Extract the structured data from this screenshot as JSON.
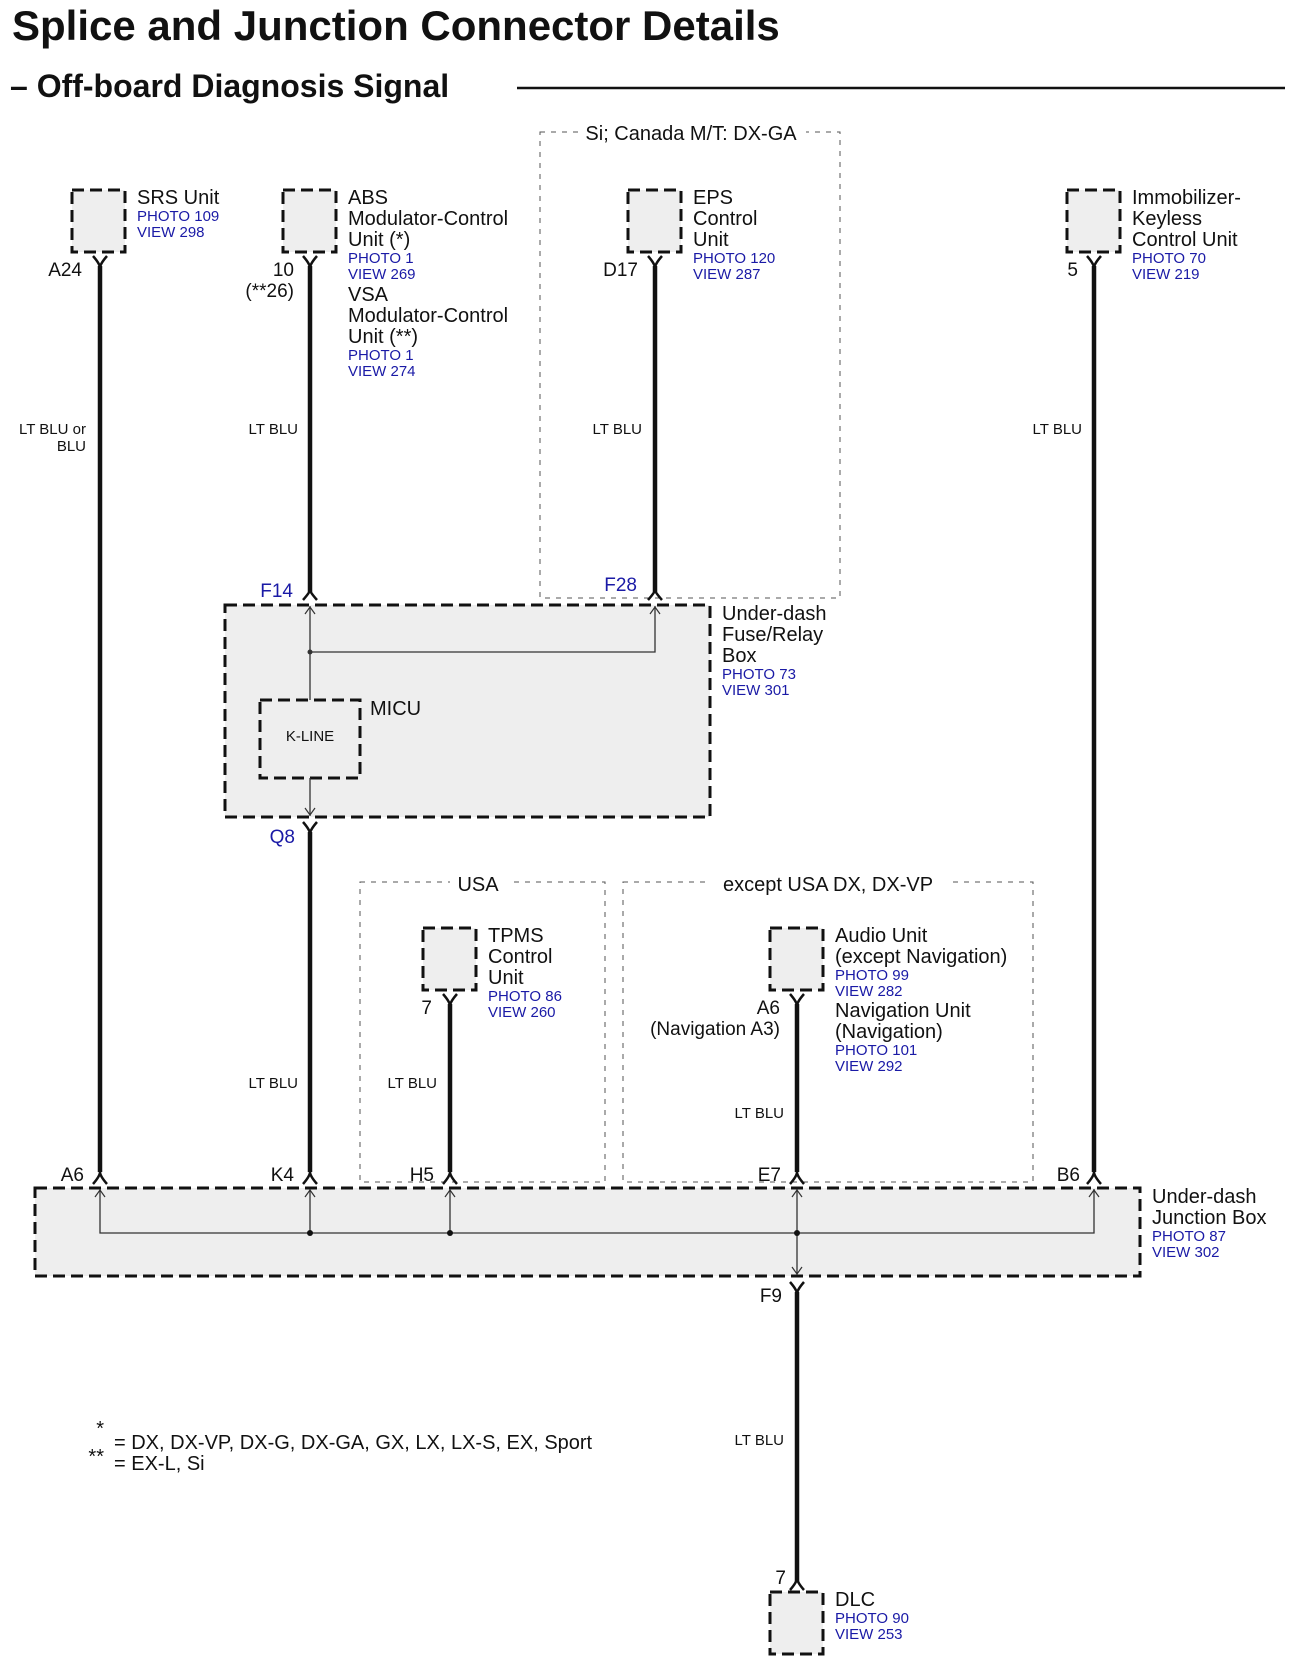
{
  "title": "Splice and Junction Connector Details",
  "subtitle": "– Off-board Diagnosis Signal",
  "options": {
    "eps_group": "Si; Canada M/T: DX-GA",
    "usa_group": "USA",
    "except_group": "except USA DX, DX-VP"
  },
  "components": {
    "srs": {
      "name": "SRS Unit",
      "photo": "PHOTO 109",
      "view": "VIEW 298",
      "pin": "A24",
      "wire": [
        "LT BLU or",
        "BLU"
      ]
    },
    "abs": {
      "name": [
        "ABS",
        "Modulator-Control",
        "Unit (*)"
      ],
      "photo": "PHOTO 1",
      "view": "VIEW 269",
      "pin": "10",
      "pin_alt": "(**26)",
      "wire": "LT BLU"
    },
    "vsa": {
      "name": [
        "VSA",
        "Modulator-Control",
        "Unit (**)"
      ],
      "photo": "PHOTO 1",
      "view": "VIEW 274"
    },
    "eps": {
      "name": [
        "EPS",
        "Control",
        "Unit"
      ],
      "photo": "PHOTO 120",
      "view": "VIEW 287",
      "pin": "D17",
      "wire": "LT BLU"
    },
    "immo": {
      "name": [
        "Immobilizer-",
        "Keyless",
        "Control Unit"
      ],
      "photo": "PHOTO 70",
      "view": "VIEW 219",
      "pin": "5",
      "wire": "LT BLU"
    },
    "fuse_box": {
      "name": [
        "Under-dash",
        "Fuse/Relay",
        "Box"
      ],
      "photo": "PHOTO 73",
      "view": "VIEW 301",
      "pin_f14": "F14",
      "pin_f28": "F28",
      "pin_q8": "Q8",
      "micu": "MICU",
      "kline": "K-LINE",
      "wire_out": "LT BLU"
    },
    "tpms": {
      "name": [
        "TPMS",
        "Control",
        "Unit"
      ],
      "photo": "PHOTO 86",
      "view": "VIEW 260",
      "pin": "7",
      "wire": "LT BLU"
    },
    "audio": {
      "name": [
        "Audio Unit",
        "(except Navigation)"
      ],
      "photo": "PHOTO 99",
      "view": "VIEW 282",
      "pin": "A6",
      "pin_alt": "(Navigation A3)",
      "wire": "LT BLU"
    },
    "nav": {
      "name": [
        "Navigation Unit",
        "(Navigation)"
      ],
      "photo": "PHOTO 101",
      "view": "VIEW 292"
    },
    "junction": {
      "name": [
        "Under-dash",
        "Junction Box"
      ],
      "photo": "PHOTO 87",
      "view": "VIEW 302",
      "pins": [
        "A6",
        "K4",
        "H5",
        "E7",
        "B6"
      ],
      "pin_out": "F9",
      "wire_out": "LT BLU"
    },
    "dlc": {
      "name": "DLC",
      "photo": "PHOTO 90",
      "view": "VIEW 253",
      "pin": "7"
    }
  },
  "legend": [
    {
      "mark": "*",
      "text": "=  DX, DX-VP, DX-G, DX-GA, GX, LX, LX-S, EX, Sport"
    },
    {
      "mark": "**",
      "text": "=  EX-L, Si"
    }
  ]
}
